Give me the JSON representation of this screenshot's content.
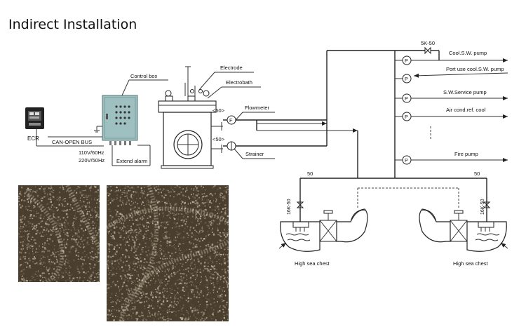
{
  "title": "Indirect Installation",
  "labels": {
    "control_box": "Control box",
    "electrode": "Electrode",
    "electrobath": "Electrobath",
    "flowmeter": "Flowmeter",
    "flowmeter_symbol": "F",
    "strainer": "Strainer",
    "pipe_size_upper": "<50>",
    "pipe_size_lower": "<50>",
    "ecr": "ECR",
    "can_bus": "CAN-OPEN BUS",
    "voltage_1": "110V/60Hz",
    "voltage_2": "220V/50Hz",
    "extend_alarm": "Extend alarm",
    "valve_top": "5K-50",
    "pump_symbol": "P",
    "outlets": [
      "Cool.S.W. pump",
      "Port use cool.S.W. pump",
      "S.W.Service pump",
      "Air cond.ref. cool",
      "Fire pump"
    ],
    "size_left": "50",
    "size_right": "50",
    "valve_left": "16K-50",
    "valve_right": "16K-50",
    "sea_chest_left": "High sea chest",
    "sea_chest_right": "High sea chest"
  },
  "colors": {
    "control_box": "#9fc0c0",
    "control_box_dark": "#6f9494",
    "photo_base": "#4a3f2e",
    "photo_light": "#d8d0b8"
  },
  "photos": [
    {
      "name": "electrode-deposit-photo-1"
    },
    {
      "name": "electrode-deposit-photo-2"
    }
  ]
}
